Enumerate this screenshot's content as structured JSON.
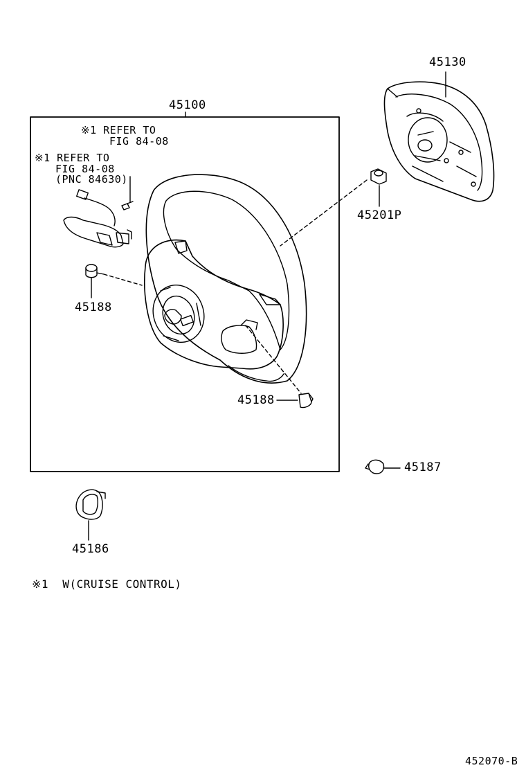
{
  "parts": {
    "steering_wheel": "45100",
    "airbag_pad": "45130",
    "nut": "45201P",
    "screw_left": "45188",
    "screw_lower": "45188",
    "plug": "45187",
    "cover": "45186"
  },
  "notes": {
    "refer_upper_1": "※1 REFER TO",
    "refer_upper_2": "FIG 84-08",
    "refer_lower_1": "※1 REFER TO",
    "refer_lower_2": "FIG 84-08",
    "refer_lower_3": "(PNC 84630)"
  },
  "footnote": "※1  W(CRUISE CONTROL)",
  "figure_code": "452070-B"
}
